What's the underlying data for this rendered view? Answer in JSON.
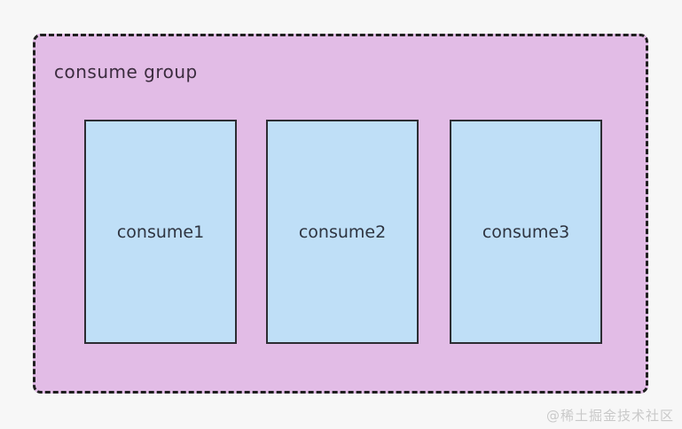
{
  "diagram": {
    "group": {
      "label": "consume group"
    },
    "consumers": [
      {
        "label": "consume1"
      },
      {
        "label": "consume2"
      },
      {
        "label": "consume3"
      }
    ],
    "watermark": "@稀土掘金技术社区"
  },
  "colors": {
    "canvas_bg": "#f7f7f7",
    "group_fill": "#e2bce6",
    "group_border": "#1f1f1f",
    "consumer_fill": "#bfdff7",
    "consumer_border": "#2d2d33",
    "title_text": "#3b2c3e",
    "label_text": "#2e3440",
    "watermark_text": "#c9c9c9"
  }
}
